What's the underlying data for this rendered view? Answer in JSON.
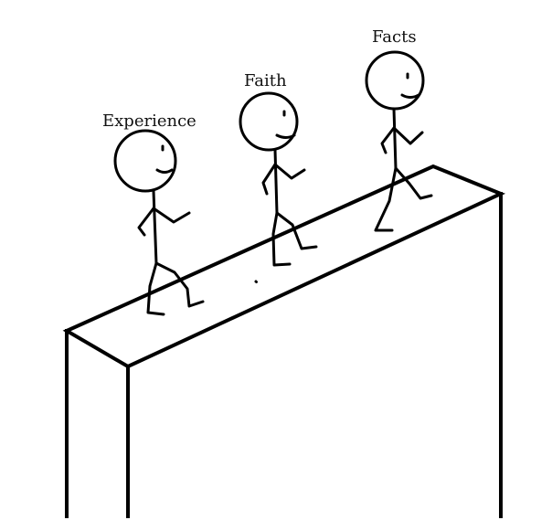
{
  "figures": [
    {
      "id": "experience",
      "label": "Experience"
    },
    {
      "id": "faith",
      "label": "Faith"
    },
    {
      "id": "facts",
      "label": "Facts"
    }
  ],
  "colors": {
    "ink": "#000000",
    "background": "#ffffff"
  }
}
